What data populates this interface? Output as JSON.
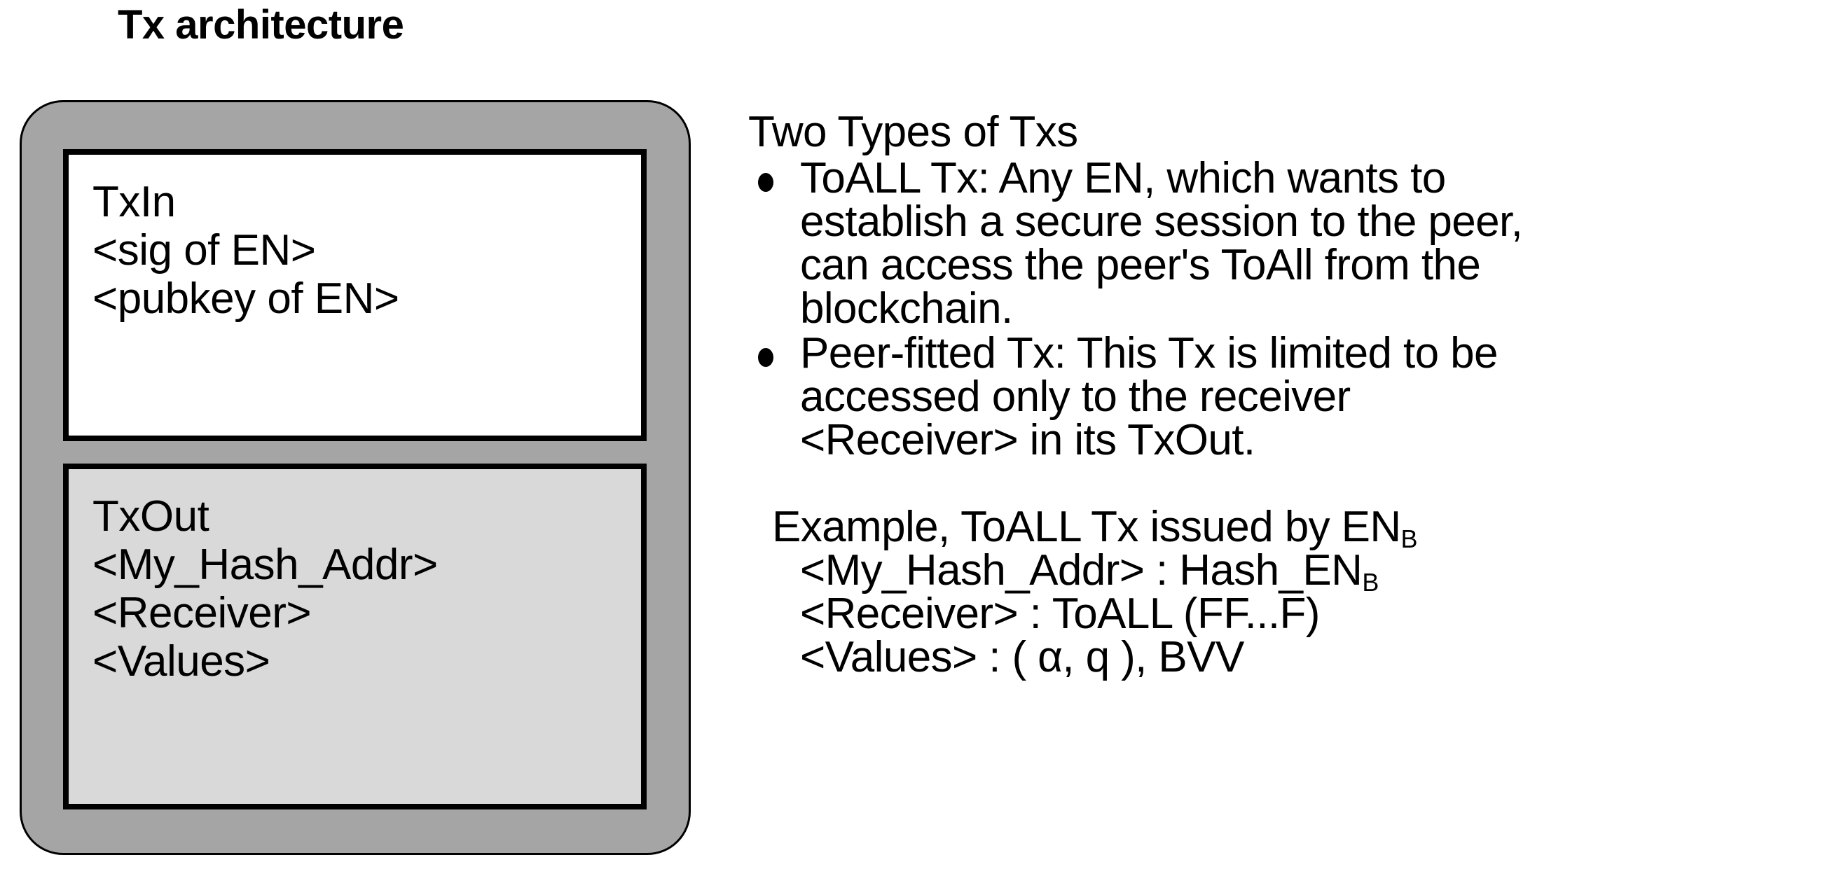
{
  "title": "Tx architecture",
  "diagram": {
    "txin": {
      "name": "TxIn",
      "lines": [
        "TxIn",
        "<sig of EN>",
        "<pubkey of EN>"
      ]
    },
    "txout": {
      "name": "TxOut",
      "lines": [
        "TxOut",
        "<My_Hash_Addr>",
        "<Receiver>",
        "<Values>"
      ]
    },
    "colors": {
      "outer_fill": "#a5a5a5",
      "txin_fill": "#ffffff",
      "txout_fill": "#d9d9d9",
      "stroke": "#000000"
    }
  },
  "explanation": {
    "heading": "Two Types of  Txs",
    "bullets": [
      {
        "label": "ToALL Tx",
        "lines": [
          "ToALL Tx: Any EN, which wants to",
          "establish a secure session to the peer,",
          "can access the peer's ToAll from the",
          "blockchain."
        ]
      },
      {
        "label": "Peer-fitted Tx",
        "lines": [
          "Peer-fitted Tx: This Tx is limited to be",
          "accessed only to the receiver",
          "<Receiver> in its TxOut."
        ]
      }
    ],
    "example": {
      "heading_prefix": "Example, ToALL Tx issued by EN",
      "heading_sub": "B",
      "rows": [
        {
          "prefix": "<My_Hash_Addr> : Hash_EN",
          "sub": "B",
          "suffix": ""
        },
        {
          "prefix": "<Receiver> : ToALL (FF...F)",
          "sub": "",
          "suffix": ""
        },
        {
          "prefix": "<Values> : ( α, q ), BVV",
          "sub": "",
          "suffix": ""
        }
      ]
    }
  }
}
